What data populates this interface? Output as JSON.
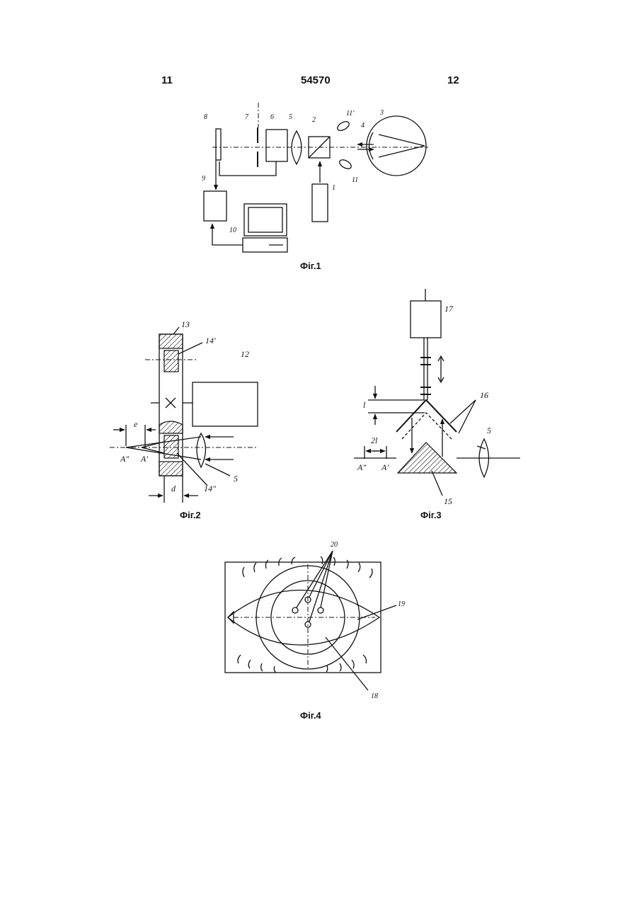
{
  "header": {
    "page_left": "11",
    "patent_number": "54570",
    "page_right": "12"
  },
  "figures": [
    {
      "caption": "Фіг.1",
      "labels": [
        "1",
        "2",
        "3",
        "4",
        "5",
        "6",
        "7",
        "8",
        "9",
        "10",
        "11",
        "11'"
      ]
    },
    {
      "caption": "Фіг.2",
      "labels": [
        "13",
        "14'",
        "12",
        "e",
        "A\"",
        "A'",
        "14\"",
        "5",
        "d"
      ]
    },
    {
      "caption": "Фіг.3",
      "labels": [
        "17",
        "l",
        "16",
        "2l",
        "A\"",
        "A'",
        "5",
        "15"
      ]
    },
    {
      "caption": "Фіг.4",
      "labels": [
        "20",
        "19",
        "18"
      ]
    }
  ]
}
